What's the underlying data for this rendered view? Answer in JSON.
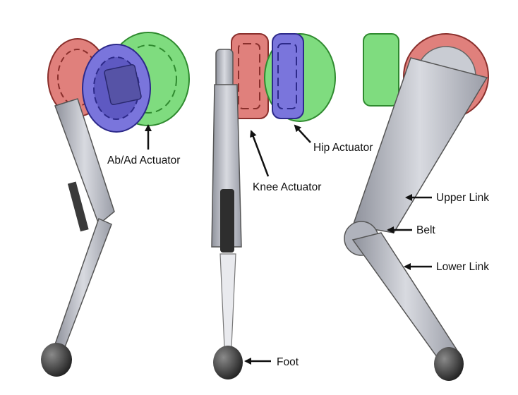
{
  "labels": {
    "abad": "Ab/Ad Actuator",
    "knee": "Knee Actuator",
    "hip": "Hip Actuator",
    "upper_link": "Upper Link",
    "belt": "Belt",
    "lower_link": "Lower Link",
    "foot": "Foot"
  },
  "colors": {
    "knee_actuator": "#d9736f",
    "hip_actuator": "#6f6ad8",
    "abad_actuator": "#6fd46f",
    "link_metal": "#b9bcc6",
    "foot": "#3a3a3a"
  }
}
